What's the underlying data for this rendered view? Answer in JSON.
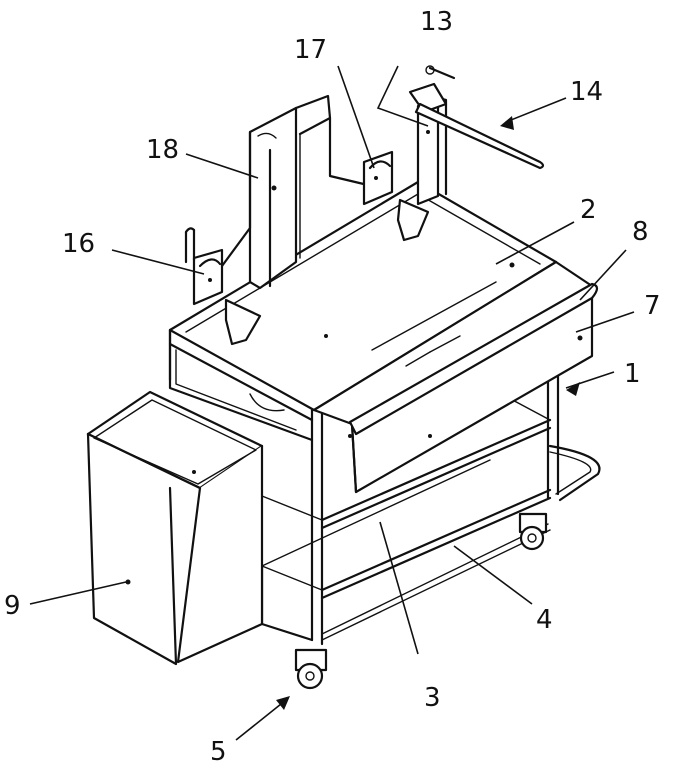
{
  "labels": {
    "l1": "1",
    "l2": "2",
    "l3": "3",
    "l4": "4",
    "l5": "5",
    "l7": "7",
    "l8": "8",
    "l9": "9",
    "l13": "13",
    "l14": "14",
    "l16": "16",
    "l17": "17",
    "l18": "18"
  }
}
